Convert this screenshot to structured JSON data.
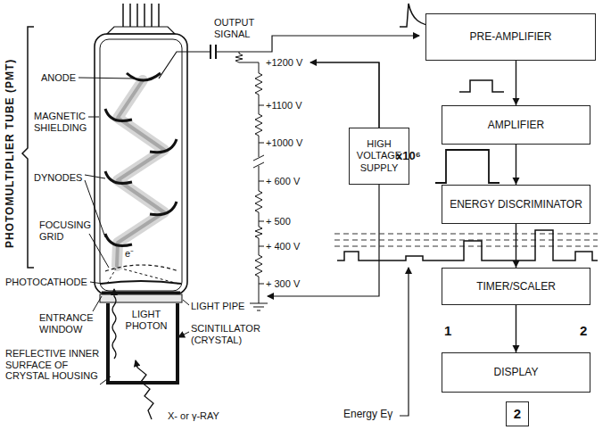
{
  "diagram": {
    "nodes": [
      {
        "text": [
          "HIGH VOLTAGE SUPPLY"
        ]
      },
      {
        "text": [
          "PRE-AMPLIFIER"
        ]
      },
      {
        "text": [
          "AMPLIFIER"
        ]
      },
      {
        "text": [
          "ENERGY DISCRIMINATOR"
        ]
      },
      {
        "text": [
          "TIMER/SCALER"
        ]
      },
      {
        "text": [
          "DISPLAY"
        ]
      },
      {
        "text": [
          "2"
        ]
      }
    ],
    "edges": [
      {
        "from": 1,
        "to": 2,
        "arrow": "to"
      },
      {
        "from": 2,
        "to": 3,
        "arrow": "to"
      },
      {
        "from": 3,
        "to": 4,
        "arrow": "to"
      },
      {
        "from": 4,
        "to": 5,
        "arrow": "to"
      }
    ],
    "labels": [
      "PHOTOMULTIPLIER TUBE (PMT)",
      "OUTPUT SIGNAL",
      "ANODE",
      "MAGNETIC SHIELDING",
      "DYNODES",
      "FOCUSING GRID",
      "e⁻",
      "PHOTOCATHODE",
      "ENTRANCE WINDOW",
      "REFLECTIVE INNER SURFACE OF CRYSTAL HOUSING",
      "LIGHT PHOTON",
      "LIGHT PIPE",
      "SCINTILLATOR (CRYSTAL)",
      "X- or γ-RAY",
      "+1200 V",
      "+1100 V",
      "+1000 V",
      "+ 600 V",
      "+ 500",
      "+ 400 V",
      "+ 300 V",
      "x10⁶",
      "1",
      "2",
      "Energy Eγ"
    ]
  }
}
